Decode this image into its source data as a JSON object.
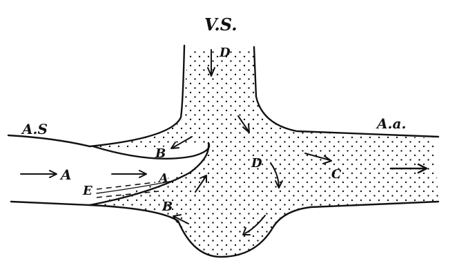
{
  "figure": {
    "labels": {
      "top": "V.S.",
      "left_top": "A.S",
      "right_top": "A.a.",
      "d_top": "D",
      "d_mid": "D",
      "b_upper": "B",
      "b_lower": "B",
      "a_outer": "A",
      "a_inner": "A",
      "c": "C",
      "e": "E"
    },
    "colors": {
      "ink": "#111111",
      "paper": "#ffffff"
    }
  }
}
